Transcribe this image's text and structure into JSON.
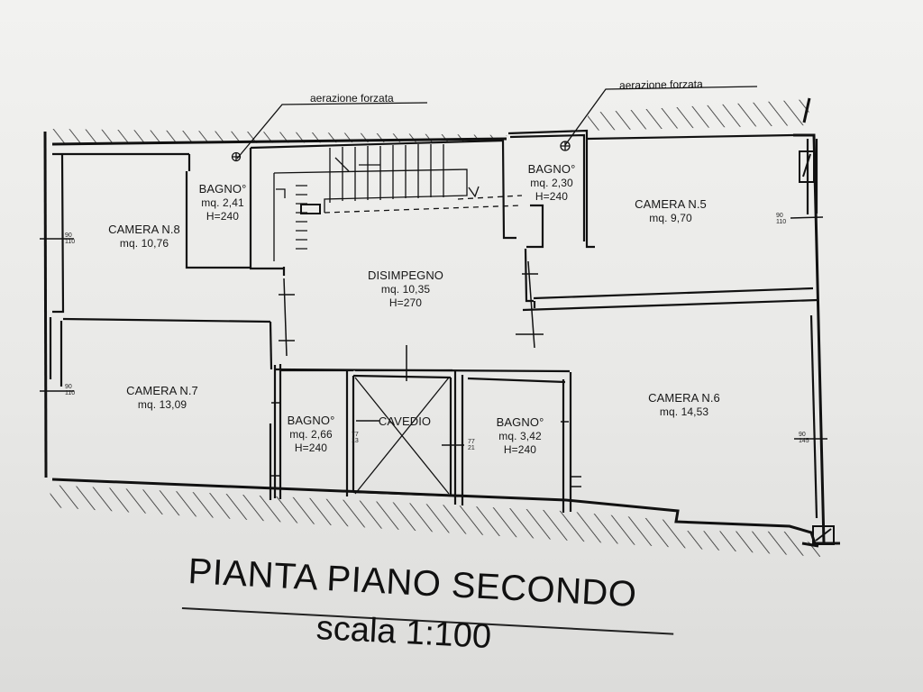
{
  "plan": {
    "title": "PIANTA PIANO SECONDO",
    "scale": "scala 1:100",
    "ventilation_labels": [
      "aerazione forzata",
      "aerazione forzata"
    ],
    "rooms": {
      "camera_8": {
        "name": "CAMERA N.8",
        "area": "mq. 10,76"
      },
      "bagno_top_left": {
        "name": "BAGNO°",
        "area": "mq. 2,41",
        "height": "H=240"
      },
      "bagno_top_right": {
        "name": "BAGNO°",
        "area": "mq. 2,30",
        "height": "H=240"
      },
      "camera_5": {
        "name": "CAMERA N.5",
        "area": "mq. 9,70"
      },
      "disimpegno": {
        "name": "DISIMPEGNO",
        "area": "mq. 10,35",
        "height": "H=270"
      },
      "camera_7": {
        "name": "CAMERA N.7",
        "area": "mq. 13,09"
      },
      "bagno_bottom_left": {
        "name": "BAGNO°",
        "area": "mq. 2,66",
        "height": "H=240"
      },
      "cavedio": {
        "name": "CAVEDIO"
      },
      "bagno_bottom_right": {
        "name": "BAGNO°",
        "area": "mq. 3,42",
        "height": "H=240"
      },
      "camera_6": {
        "name": "CAMERA N.6",
        "area": "mq. 14,53"
      }
    },
    "small_dimensions": [
      "90\n110",
      "90\n110",
      "90\n110",
      "77\n13",
      "77\n21",
      "90\n145"
    ]
  }
}
